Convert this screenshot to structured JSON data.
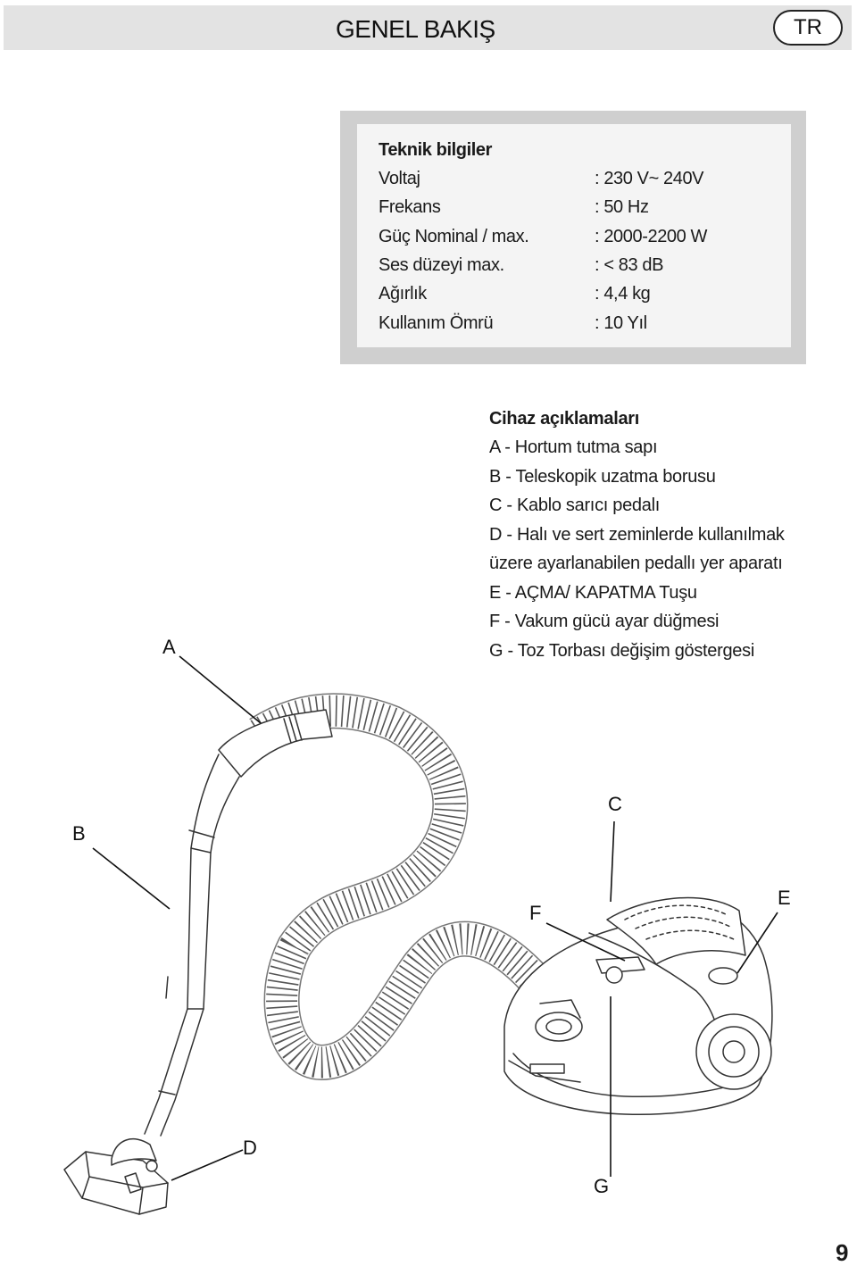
{
  "header": {
    "title": "GENEL BAKIŞ",
    "lang": "TR"
  },
  "specs": {
    "title": "Teknik bilgiler",
    "rows": [
      {
        "label": "Voltaj",
        "value": ": 230 V~ 240V"
      },
      {
        "label": "Frekans",
        "value": ": 50 Hz"
      },
      {
        "label": "Güç Nominal / max.",
        "value": ": 2000-2200 W"
      },
      {
        "label": "Ses düzeyi max.",
        "value": ": < 83 dB"
      },
      {
        "label": "Ağırlık",
        "value": ": 4,4 kg"
      },
      {
        "label": "Kullanım Ömrü",
        "value": ": 10 Yıl"
      }
    ]
  },
  "legend": {
    "title": "Cihaz açıklamaları",
    "lines": [
      "A - Hortum tutma sapı",
      "B - Teleskopik uzatma borusu",
      "C - Kablo sarıcı pedalı",
      "D - Halı ve sert zeminlerde kullanılmak",
      "üzere ayarlanabilen pedallı yer aparatı",
      "E - AÇMA/ KAPATMA Tuşu",
      "F - Vakum gücü ayar düğmesi",
      "G - Toz Torbası değişim göstergesi"
    ]
  },
  "callouts": {
    "a": "A",
    "b": "B",
    "c": "C",
    "d": "D",
    "e": "E",
    "f": "F",
    "g": "G"
  },
  "page_number": "9"
}
